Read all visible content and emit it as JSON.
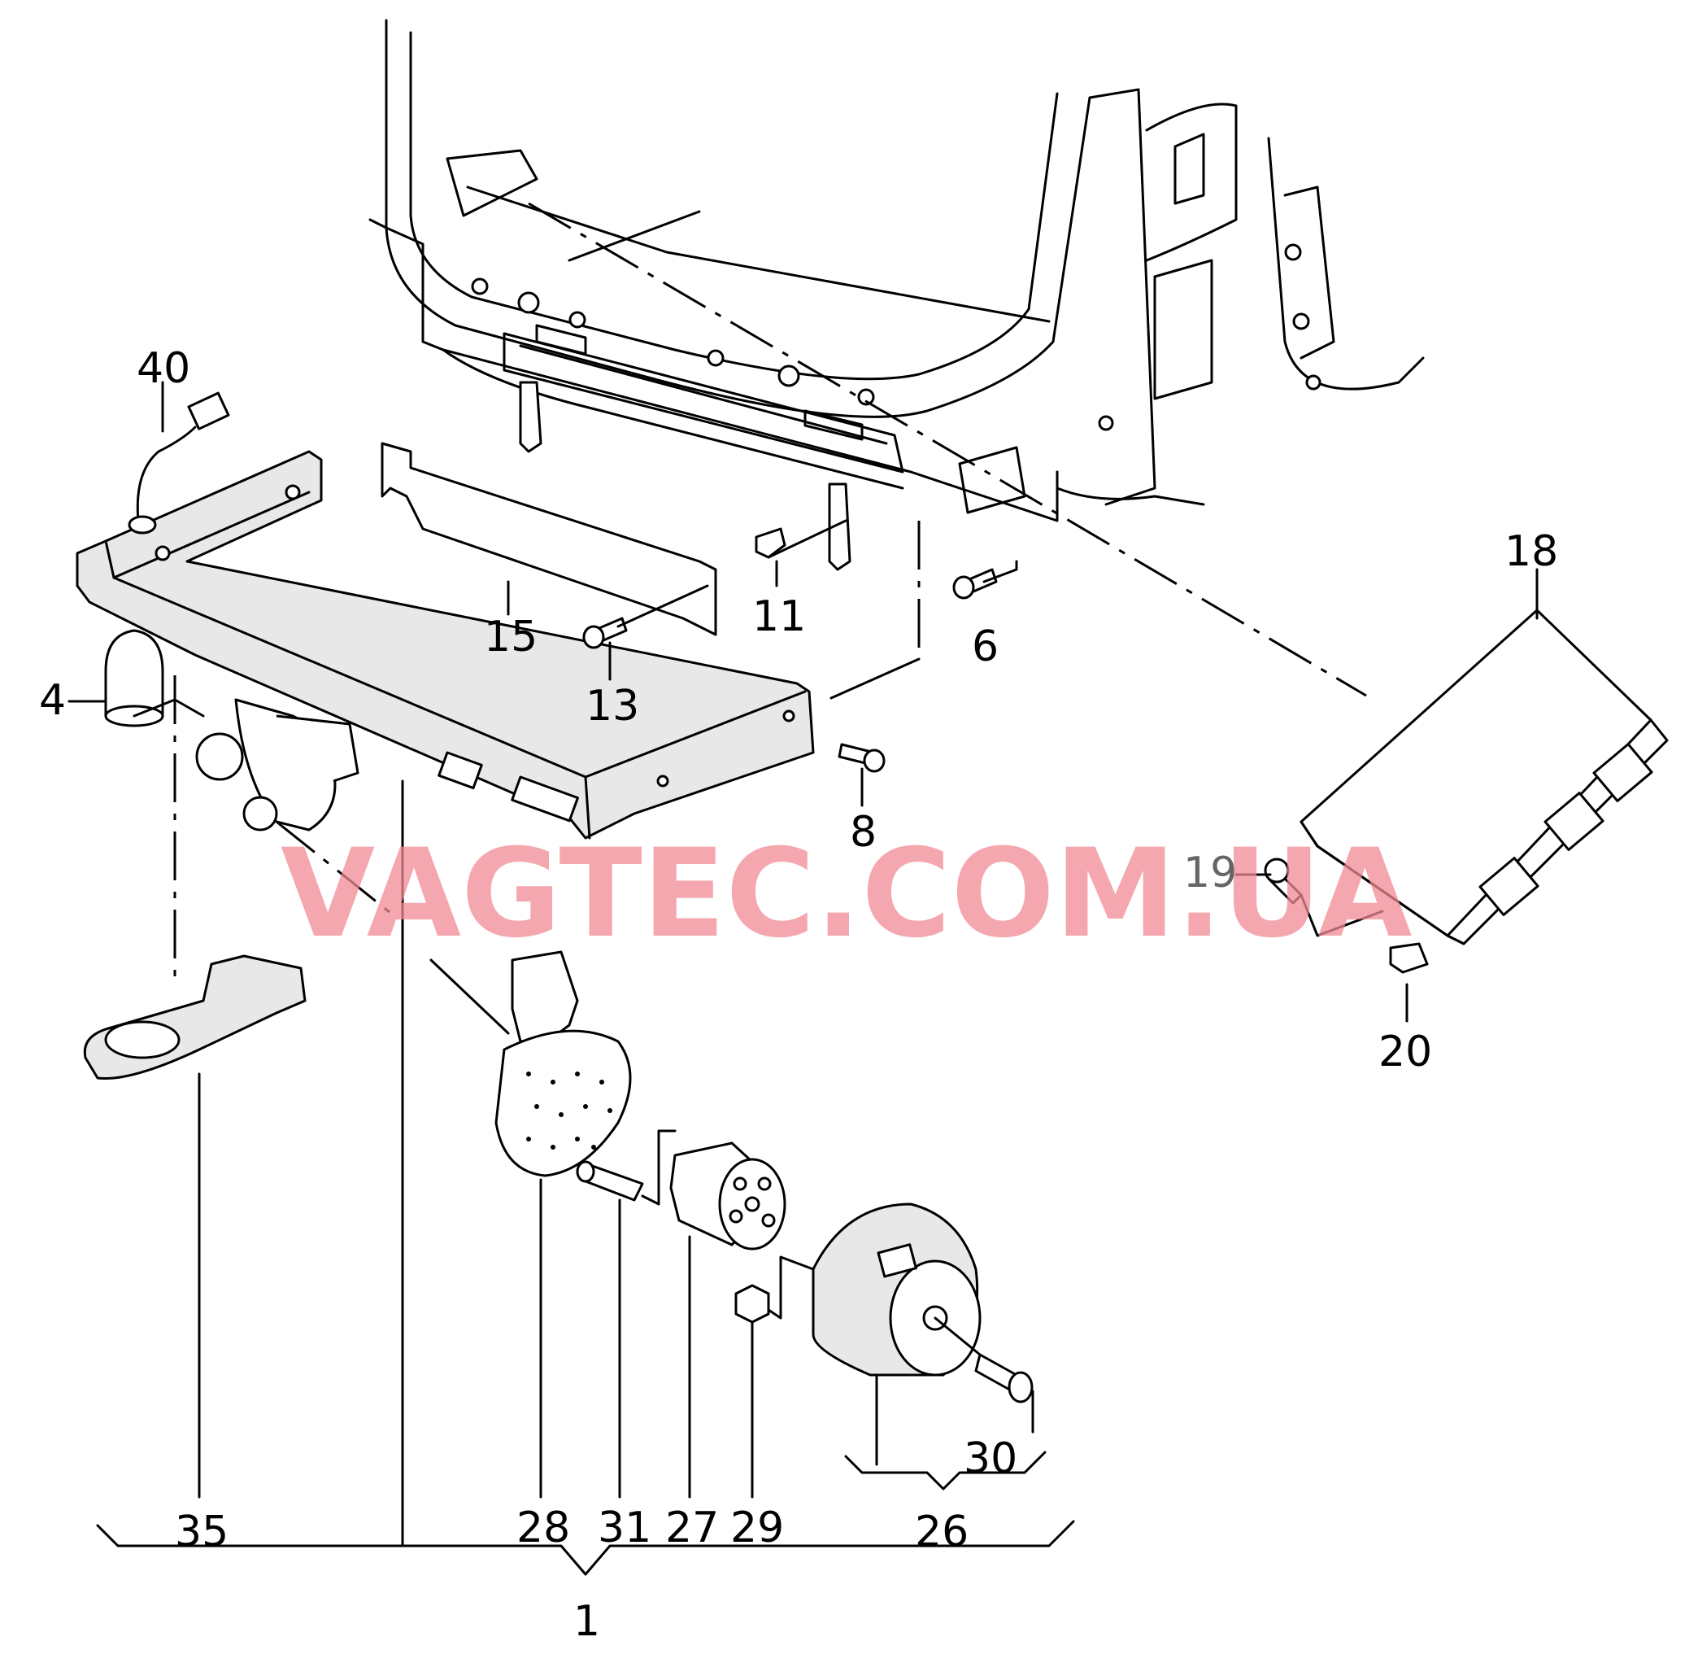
{
  "watermark": "VAGTEC.COM.UA",
  "labels": {
    "p1": "1",
    "p4": "4",
    "p6": "6",
    "p8": "8",
    "p11": "11",
    "p13": "13",
    "p15": "15",
    "p18": "18",
    "p19": "19",
    "p20": "20",
    "p26": "26",
    "p27": "27",
    "p28": "28",
    "p29": "29",
    "p30": "30",
    "p31": "31",
    "p35": "35",
    "p40": "40"
  }
}
